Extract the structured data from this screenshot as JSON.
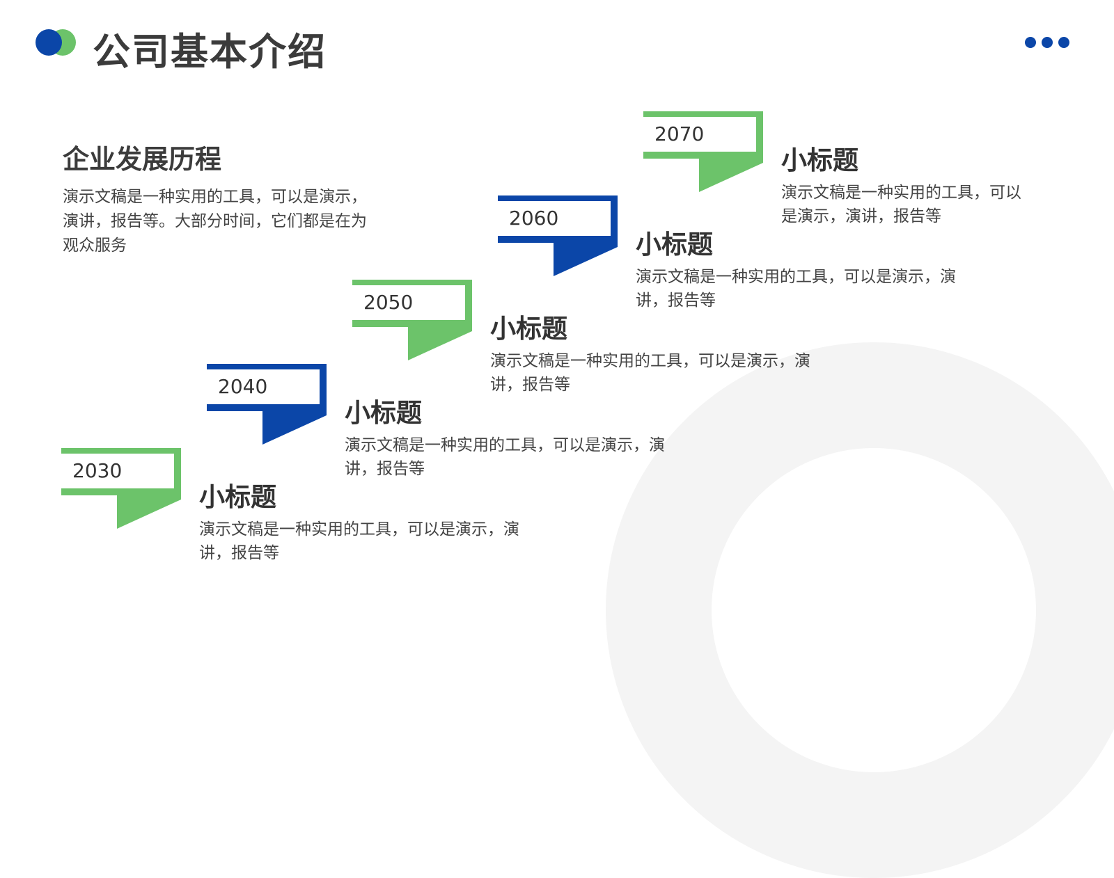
{
  "header": {
    "title": "公司基本介绍"
  },
  "intro": {
    "heading": "企业发展历程",
    "text": "演示文稿是一种实用的工具，可以是演示，演讲，报告等。大部分时间，它们都是在为观众服务"
  },
  "timeline": [
    {
      "year": "2030",
      "title": "小标题",
      "text": "演示文稿是一种实用的工具，可以是演示，演讲，报告等"
    },
    {
      "year": "2040",
      "title": "小标题",
      "text": "演示文稿是一种实用的工具，可以是演示，演讲，报告等"
    },
    {
      "year": "2050",
      "title": "小标题",
      "text": "演示文稿是一种实用的工具，可以是演示，演讲，报告等"
    },
    {
      "year": "2060",
      "title": "小标题",
      "text": "演示文稿是一种实用的工具，可以是演示，演讲，报告等"
    },
    {
      "year": "2070",
      "title": "小标题",
      "text": "演示文稿是一种实用的工具，可以是演示，演讲，报告等"
    }
  ],
  "colors": {
    "green": "#6cc36a",
    "blue": "#0b46a8",
    "ring": "#f4f4f4",
    "text": "#3b3b3b"
  },
  "icons": {
    "logo": "overlapping-circles-logo",
    "more": "more-dots-icon"
  }
}
